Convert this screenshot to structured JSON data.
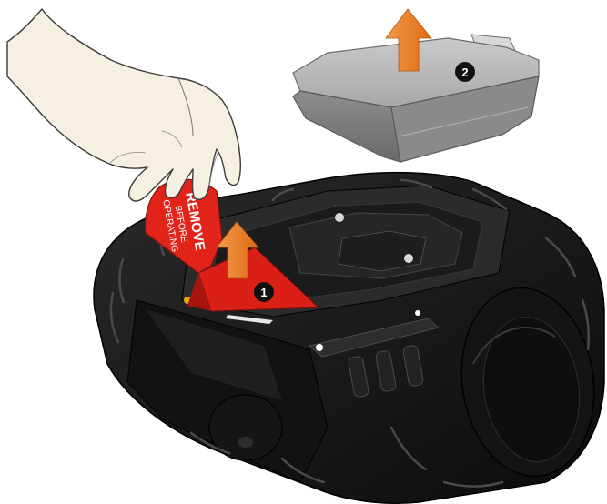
{
  "tag": {
    "line1": "REMOVE",
    "line2": "BEFORE",
    "line3": "OPERATING",
    "color": "#e2231a"
  },
  "steps": {
    "step1": "1",
    "step2": "2"
  },
  "colors": {
    "arrow": "#ef7d22",
    "printer_body": "#161616",
    "battery": "#9a9a9a",
    "badge": "#111111",
    "skin": "#f5efe0"
  },
  "icons": {
    "hand": "hand-pulling-tag-icon",
    "arrow": "up-arrow-icon"
  }
}
